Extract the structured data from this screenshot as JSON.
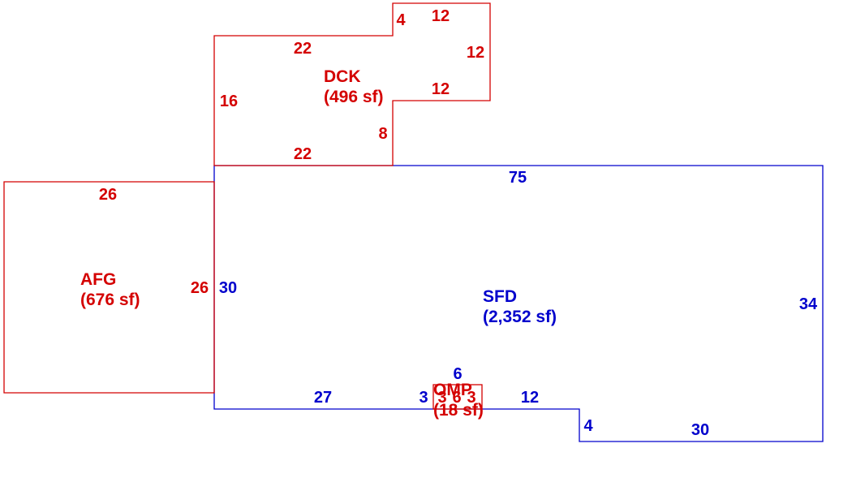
{
  "colors": {
    "addition": "#d40000",
    "main": "#0000cc"
  },
  "areas": {
    "sfd": {
      "code": "SFD",
      "area": "(2,352 sf)"
    },
    "afg": {
      "code": "AFG",
      "area": "(676 sf)"
    },
    "dck": {
      "code": "DCK",
      "area": "(496 sf)"
    },
    "omp": {
      "code": "OMP",
      "area": "(18 sf)"
    }
  },
  "dimensions": {
    "sfd": {
      "top": "75",
      "left": "30",
      "right": "34",
      "bottom_left": "27",
      "bottom_mid": "12",
      "step": "4",
      "bottom_right": "30",
      "notch_left": "3",
      "notch_top": "6"
    },
    "afg": {
      "top": "26",
      "right": "26"
    },
    "dck": {
      "top": "22",
      "left": "16",
      "bottom": "22",
      "inner_vertical": "8",
      "step_top": "4",
      "ext_top": "12",
      "ext_right": "12",
      "ext_bottom": "12"
    },
    "omp": {
      "left": "3",
      "bottom": "6",
      "right": "3"
    }
  }
}
